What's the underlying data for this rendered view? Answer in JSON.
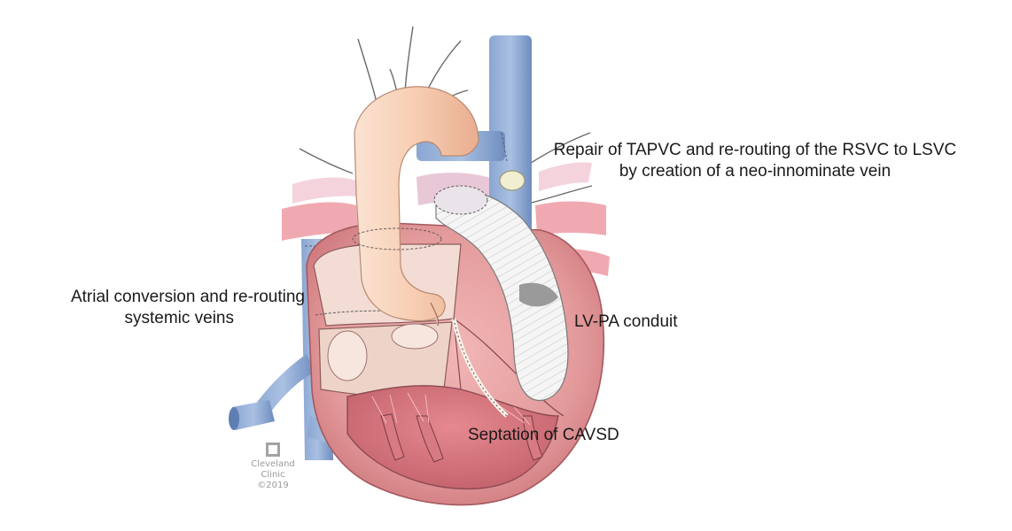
{
  "labels": {
    "tapvc_line1": "Repair of TAPVC and re-routing of the RSVC to LSVC",
    "tapvc_line2": "by creation of a neo-innominate vein",
    "atrial_line1": "Atrial conversion and re-routing",
    "atrial_line2": "systemic veins",
    "lvpa": "LV-PA conduit",
    "cavsd": "Septation of CAVSD"
  },
  "watermark": {
    "line1": "Cleveland",
    "line2": "Clinic",
    "line3": "©2019"
  },
  "colors": {
    "aorta": "#f7cdb2",
    "veins": "#7c9ac8",
    "myocardium": "#dd8e92",
    "arteries": "#ef9aa5",
    "conduit": "#f4f4f4"
  }
}
